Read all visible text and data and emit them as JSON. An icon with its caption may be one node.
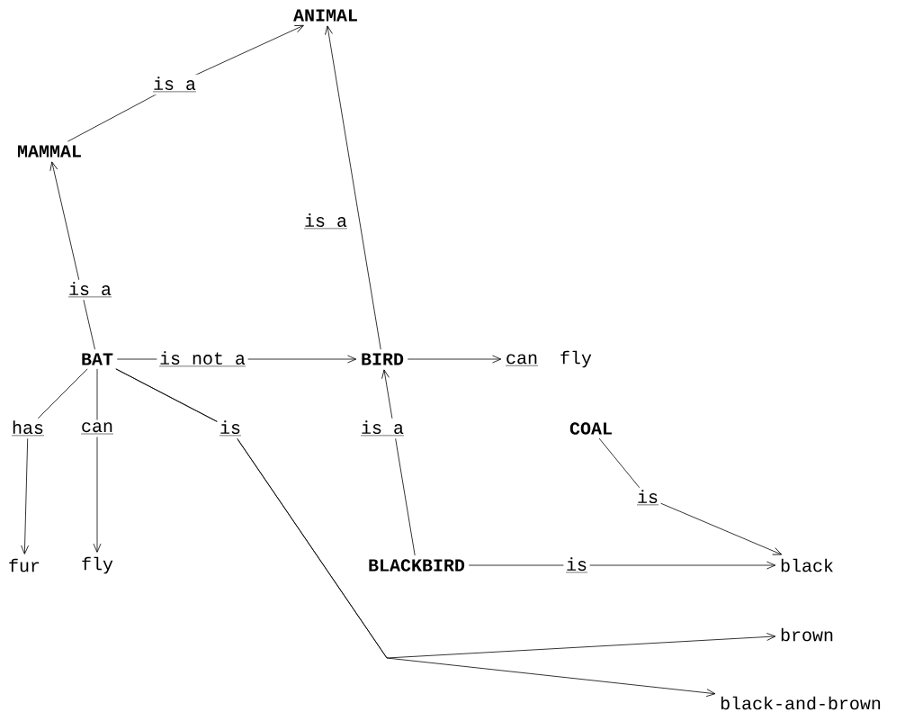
{
  "diagram": {
    "nodes": [
      {
        "text": [
          "ANIMAL"
        ]
      },
      {
        "text": [
          "MAMMAL"
        ]
      },
      {
        "text": [
          "BAT"
        ]
      },
      {
        "text": [
          "BIRD"
        ]
      },
      {
        "text": [
          "can",
          "fly"
        ]
      },
      {
        "text": [
          "COAL"
        ]
      },
      {
        "text": [
          "fur"
        ]
      },
      {
        "text": [
          "fly"
        ]
      },
      {
        "text": [
          "BLACKBIRD"
        ]
      },
      {
        "text": [
          "black"
        ]
      },
      {
        "text": [
          "brown"
        ]
      },
      {
        "text": [
          "black-and-brown"
        ]
      }
    ],
    "edges": [
      {
        "from": 1,
        "to": 0,
        "arrow": "to",
        "label": "is a"
      },
      {
        "from": 3,
        "to": 0,
        "arrow": "to",
        "label": "is a"
      },
      {
        "from": 2,
        "to": 1,
        "arrow": "to",
        "label": "is a"
      },
      {
        "from": 2,
        "to": 3,
        "arrow": "to",
        "label": "is not a"
      },
      {
        "from": 3,
        "to": 4,
        "arrow": "to"
      },
      {
        "from": 2,
        "to": 6,
        "arrow": "to",
        "label": "has"
      },
      {
        "from": 2,
        "to": 7,
        "arrow": "to",
        "label": "can"
      },
      {
        "from": 8,
        "to": 3,
        "arrow": "to",
        "label": "is a"
      },
      {
        "from": 5,
        "to": 9,
        "arrow": "to",
        "label": "is"
      },
      {
        "from": 8,
        "to": 9,
        "arrow": "to",
        "label": "is"
      },
      {
        "from": 2,
        "to": 10,
        "arrow": "to",
        "label": "is"
      },
      {
        "from": 2,
        "to": 11,
        "arrow": "to"
      }
    ]
  }
}
